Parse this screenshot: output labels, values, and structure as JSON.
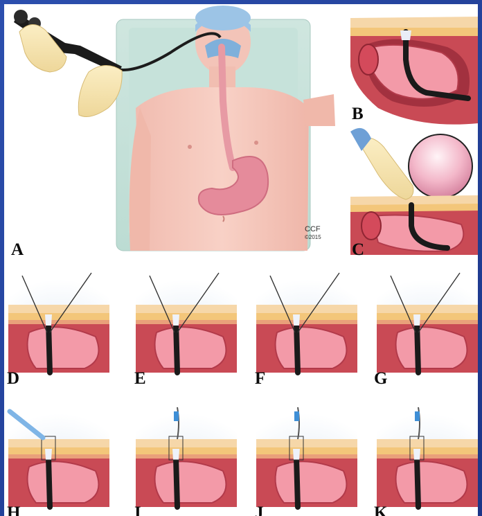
{
  "figure": {
    "panel_labels": {
      "a": "A",
      "b": "B",
      "c": "C",
      "d": "D",
      "e": "E",
      "f": "F",
      "g": "G",
      "h": "H",
      "i": "I",
      "j": "J",
      "k": "K"
    },
    "copyright": {
      "mark": "CCF",
      "year": "©2015"
    }
  }
}
